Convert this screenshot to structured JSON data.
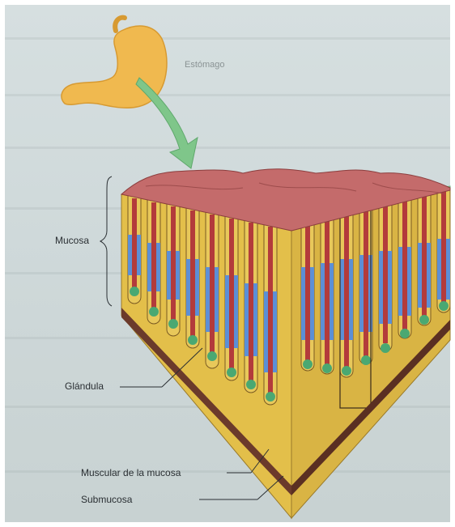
{
  "labels": {
    "stomach": "Estómago",
    "mucosa": "Mucosa",
    "gland": "Glándula",
    "muscularis_mucosae": "Muscular de la mucosa",
    "submucosa": "Submucosa"
  },
  "colors": {
    "stomach": "#f0b94f",
    "arrow": "#7fc68a",
    "surface": "#c46b6b",
    "tissue": "#e3bf4a",
    "mucosa_red": "#b33b3b",
    "mucosa_blue": "#5c8fd6",
    "mucosa_green": "#4aa872",
    "muscle_band": "#6b3a2b"
  }
}
